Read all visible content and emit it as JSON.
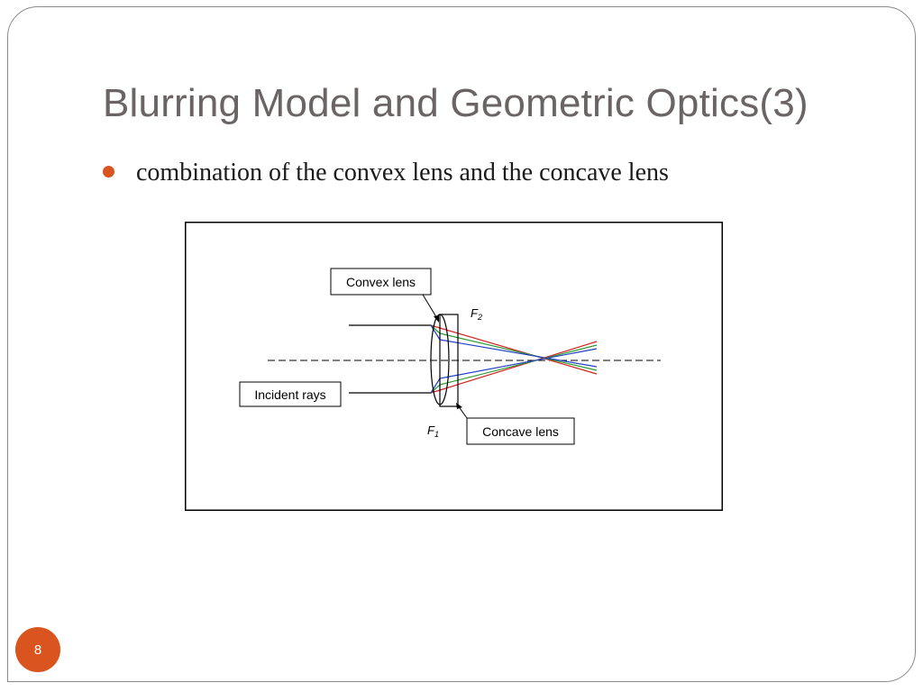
{
  "slide": {
    "title": "Blurring Model and Geometric Optics(3)",
    "bullet": "combination of the convex lens and the concave lens",
    "page_number": "8",
    "accent_color": "#d9541e",
    "title_color": "#6b6464"
  },
  "diagram": {
    "labels": {
      "convex_lens": "Convex lens",
      "concave_lens": "Concave lens",
      "incident_rays": "Incident rays"
    },
    "focal_points": {
      "f2_base": "F",
      "f2_sub": "2",
      "f1_base": "F",
      "f1_sub": "1"
    },
    "ray_colors": {
      "red": "#d42020",
      "green": "#2e9a2e",
      "blue": "#2040c8"
    }
  }
}
